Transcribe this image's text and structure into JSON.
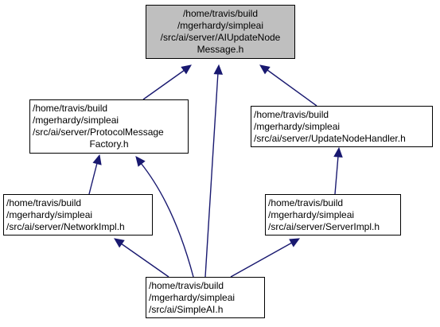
{
  "colors": {
    "edge": "#191970",
    "node_border": "#000000",
    "root_fill": "#bfbfbf",
    "node_fill": "#ffffff"
  },
  "nodes": {
    "aiupdate": {
      "lines": [
        "/home/travis/build",
        "/mgerhardy/simpleai",
        "/src/ai/server/AIUpdateNode",
        "Message.h"
      ]
    },
    "protocol": {
      "lines": [
        "/home/travis/build",
        "/mgerhardy/simpleai",
        "/src/ai/server/ProtocolMessage",
        "Factory.h"
      ]
    },
    "updatehandler": {
      "lines": [
        "/home/travis/build",
        "/mgerhardy/simpleai",
        "/src/ai/server/UpdateNodeHandler.h"
      ]
    },
    "networkimpl": {
      "lines": [
        "/home/travis/build",
        "/mgerhardy/simpleai",
        "/src/ai/server/NetworkImpl.h"
      ]
    },
    "serverimpl": {
      "lines": [
        "/home/travis/build",
        "/mgerhardy/simpleai",
        "/src/ai/server/ServerImpl.h"
      ]
    },
    "simpleai": {
      "lines": [
        "/home/travis/build",
        "/mgerhardy/simpleai",
        "/src/ai/SimpleAI.h"
      ]
    }
  },
  "edges": [
    {
      "from": "protocol",
      "to": "aiupdate"
    },
    {
      "from": "updatehandler",
      "to": "aiupdate"
    },
    {
      "from": "simpleai",
      "to": "aiupdate"
    },
    {
      "from": "networkimpl",
      "to": "protocol"
    },
    {
      "from": "simpleai",
      "to": "protocol"
    },
    {
      "from": "serverimpl",
      "to": "updatehandler"
    },
    {
      "from": "simpleai",
      "to": "networkimpl"
    },
    {
      "from": "simpleai",
      "to": "serverimpl"
    }
  ]
}
